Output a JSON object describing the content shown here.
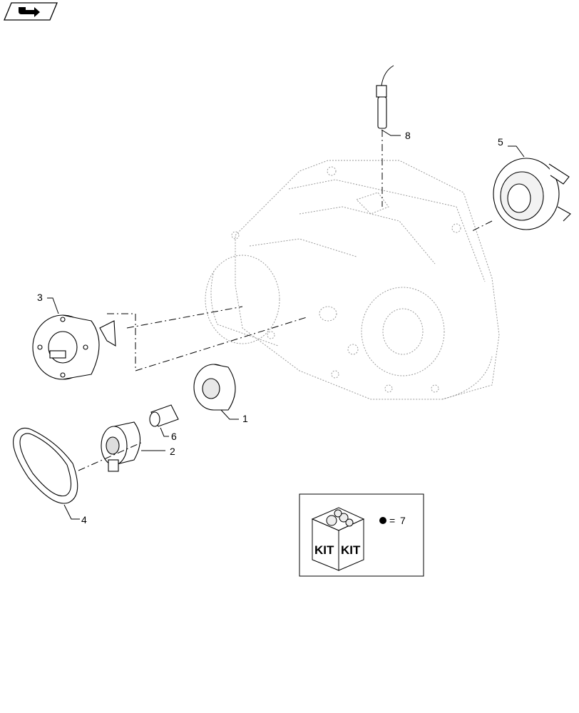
{
  "callouts": {
    "c1": "1",
    "c2": "2",
    "c3": "3",
    "c4": "4",
    "c5": "5",
    "c6": "6",
    "c8": "8"
  },
  "kit": {
    "label_left": "KIT",
    "label_right": "KIT",
    "equals": "=",
    "item": "7"
  },
  "icons": {
    "corner": "navigation-arrow-icon",
    "kit_bullet": "bullet-dot-icon"
  }
}
